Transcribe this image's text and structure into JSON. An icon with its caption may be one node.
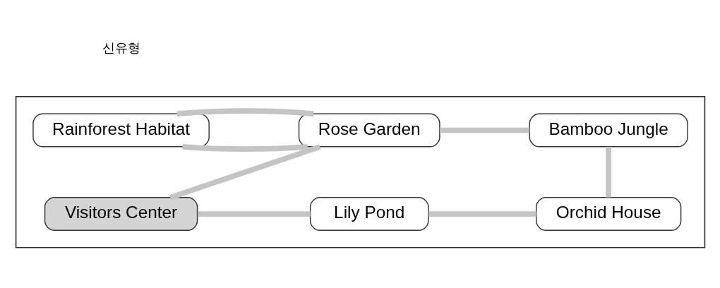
{
  "diagram": {
    "nodes": [
      {
        "text": [],
        "shape": "box"
      },
      {
        "text": [
          "Rainforest Habitat"
        ],
        "in": 0
      },
      {
        "text": [
          "Rose Garden"
        ],
        "in": 0
      },
      {
        "text": [
          "Bamboo Jungle"
        ],
        "in": 0
      },
      {
        "text": [
          "Visitors Center"
        ],
        "in": 0
      },
      {
        "text": [
          "Lily Pond"
        ],
        "in": 0
      },
      {
        "text": [
          "Orchid House"
        ],
        "in": 0
      }
    ],
    "edges": [
      {
        "from": 1,
        "to": 2,
        "arrow": "none"
      },
      {
        "from": 1,
        "to": 2,
        "arrow": "none"
      },
      {
        "from": 4,
        "to": 2,
        "arrow": "none"
      },
      {
        "from": 2,
        "to": 3,
        "arrow": "none"
      },
      {
        "from": 3,
        "to": 6,
        "arrow": "none"
      },
      {
        "from": 4,
        "to": 5,
        "arrow": "none"
      },
      {
        "from": 5,
        "to": 6,
        "arrow": "none"
      }
    ],
    "labels": [
      "신유형"
    ]
  }
}
